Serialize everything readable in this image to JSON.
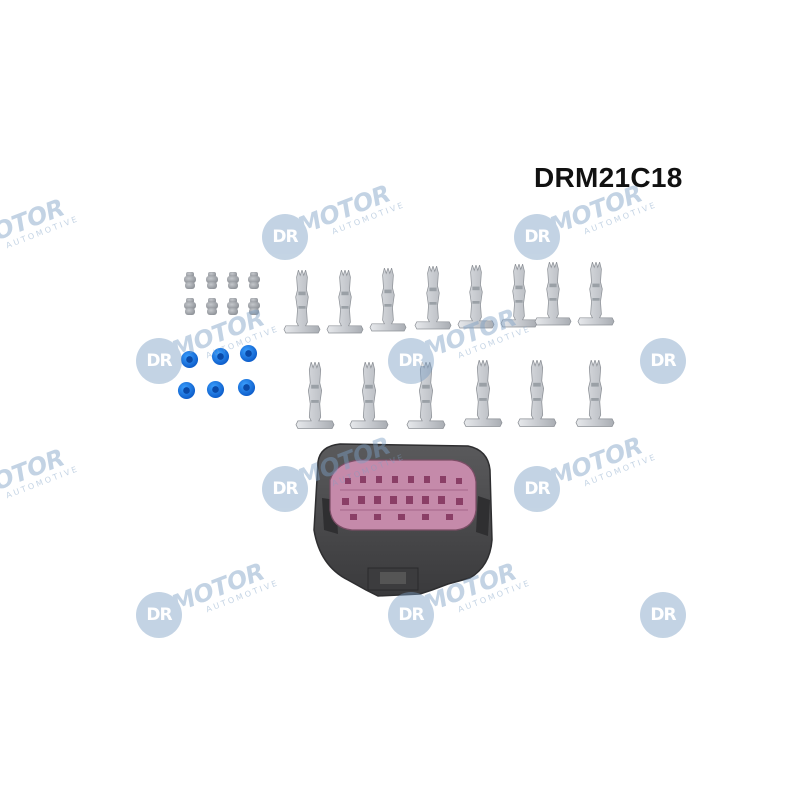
{
  "product": {
    "code": "DRM21C18"
  },
  "watermark": {
    "badge": "DR",
    "name": "MOTOR",
    "registered": "®",
    "sub": "AUTOMOTIVE",
    "color": "#7c9fc4"
  },
  "parts": {
    "seals_grey_count": 8,
    "seals_blue_count": 6,
    "terminals_top_count": 8,
    "terminals_bottom_count": 6,
    "connector_color": "#c58aaa",
    "housing_color": "#4a4a4c"
  }
}
